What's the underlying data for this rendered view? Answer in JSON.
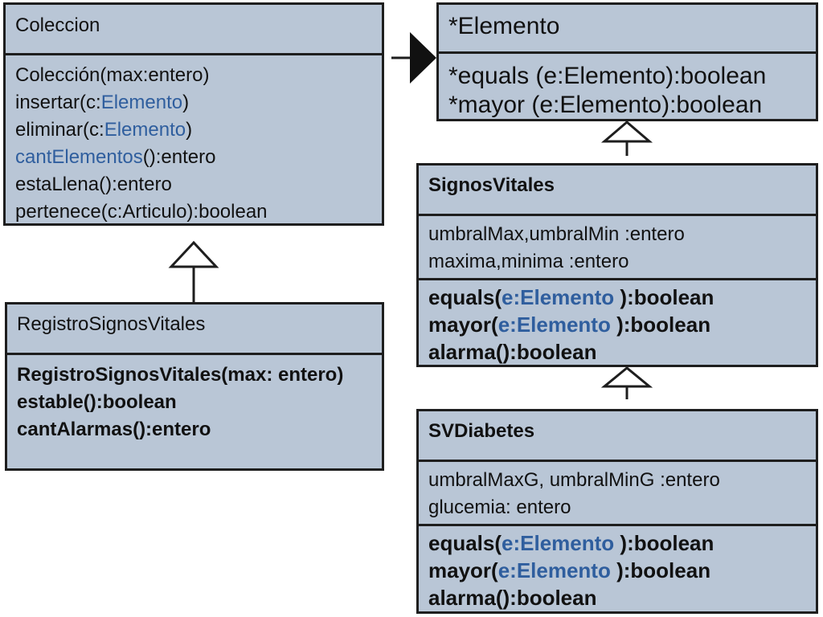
{
  "classes": {
    "coleccion": {
      "name": "Coleccion",
      "operations": [
        [
          {
            "text": "Colección(max:entero)"
          }
        ],
        [
          {
            "text": "insertar(c:"
          },
          {
            "text": "Elemento",
            "hl": true
          },
          {
            "text": ")"
          }
        ],
        [
          {
            "text": "eliminar(c:"
          },
          {
            "text": "Elemento",
            "hl": true
          },
          {
            "text": ")"
          }
        ],
        [
          {
            "text": "cantElementos",
            "hl": true
          },
          {
            "text": "():entero"
          }
        ],
        [
          {
            "text": "estaLlena():entero"
          }
        ],
        [
          {
            "text": "pertenece(c:Articulo):boolean"
          }
        ]
      ]
    },
    "elemento": {
      "name": "*Elemento",
      "operations": [
        [
          {
            "text": "*equals (e:Elemento):boolean"
          }
        ],
        [
          {
            "text": "*mayor (e:Elemento):boolean"
          }
        ]
      ]
    },
    "registro": {
      "name": "RegistroSignosVitales",
      "operations": [
        [
          {
            "text": "RegistroSignosVitales(max: entero)"
          }
        ],
        [
          {
            "text": "estable():boolean"
          }
        ],
        [
          {
            "text": "cantAlarmas():entero"
          }
        ]
      ]
    },
    "signos": {
      "name": "SignosVitales",
      "attributes": [
        "umbralMax,umbralMin :entero",
        "maxima,minima :entero"
      ],
      "operations": [
        [
          {
            "text": "equals("
          },
          {
            "text": "e:Elemento",
            "hl": true
          },
          {
            "text": " ):boolean"
          }
        ],
        [
          {
            "text": "mayor("
          },
          {
            "text": "e:Elemento",
            "hl": true
          },
          {
            "text": " ):boolean"
          }
        ],
        [
          {
            "text": "alarma():boolean"
          }
        ]
      ]
    },
    "svdiabetes": {
      "name": "SVDiabetes",
      "attributes": [
        "umbralMaxG, umbralMinG :entero",
        "glucemia: entero"
      ],
      "operations": [
        [
          {
            "text": "equals("
          },
          {
            "text": "e:Elemento",
            "hl": true
          },
          {
            "text": " ):boolean"
          }
        ],
        [
          {
            "text": "mayor("
          },
          {
            "text": "e:Elemento",
            "hl": true
          },
          {
            "text": " ):boolean"
          }
        ],
        [
          {
            "text": "alarma():boolean"
          }
        ]
      ]
    }
  },
  "relations": [
    {
      "type": "association",
      "from": "coleccion",
      "to": "elemento"
    },
    {
      "type": "inheritance",
      "from": "registro",
      "to": "coleccion"
    },
    {
      "type": "inheritance",
      "from": "signos",
      "to": "elemento"
    },
    {
      "type": "inheritance",
      "from": "svdiabetes",
      "to": "signos"
    }
  ],
  "colors": {
    "box_fill": "#b9c6d6",
    "border": "#1e1e1e",
    "highlight_text": "#2f5e9e"
  }
}
